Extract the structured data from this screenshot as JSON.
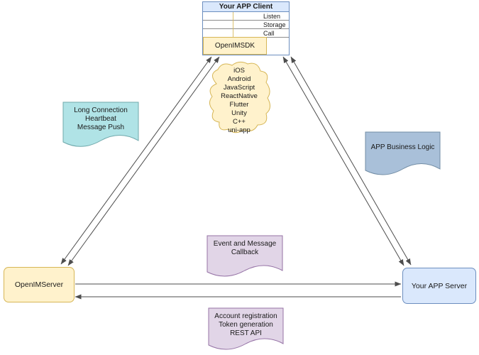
{
  "colors": {
    "blue_fill": "#dae8fc",
    "blue_stroke": "#6c8ebf",
    "yellow_fill": "#fff2cc",
    "yellow_stroke": "#d6b656",
    "teal_fill": "#b0e3e6",
    "teal_stroke": "#6fa8ab",
    "purple_fill": "#e1d5e7",
    "purple_stroke": "#9673a6",
    "slate_fill": "#a9c0d9",
    "slate_stroke": "#728da5",
    "arrow": "#4d4d4d"
  },
  "client": {
    "title": "Your APP Client",
    "interfaces": [
      "Listen",
      "Storage",
      "Call"
    ],
    "sdk_label": "OpenIMSDK"
  },
  "cloud": {
    "platforms": [
      "iOS",
      "Android",
      "JavaScript",
      "ReactNative",
      "Flutter",
      "Unity",
      "C++",
      "uni-app"
    ]
  },
  "notes": {
    "long_connection": "Long Connection\nHeartbeat\nMessage Push",
    "business_logic": "APP Business Logic",
    "event_callback": "Event and Message\nCallback",
    "rest_api": "Account registration\nToken generation\nREST API"
  },
  "servers": {
    "openim_label": "OpenIMServer",
    "app_label": "Your APP Server"
  }
}
